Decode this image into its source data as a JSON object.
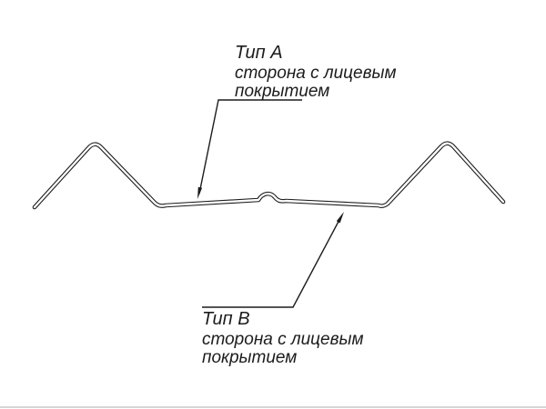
{
  "diagram": {
    "type": "technical-profile-cross-section",
    "labels": {
      "top": {
        "title": "Тип А",
        "line2": "сторона с лицевым",
        "line3": "покрытием"
      },
      "bottom": {
        "title": "Тип В",
        "line2": "сторона с лицевым",
        "line3": "покрытием"
      }
    },
    "colors": {
      "line": "#1c1c1c",
      "background": "#ffffff",
      "page_edge": "#c9c9c9"
    }
  }
}
